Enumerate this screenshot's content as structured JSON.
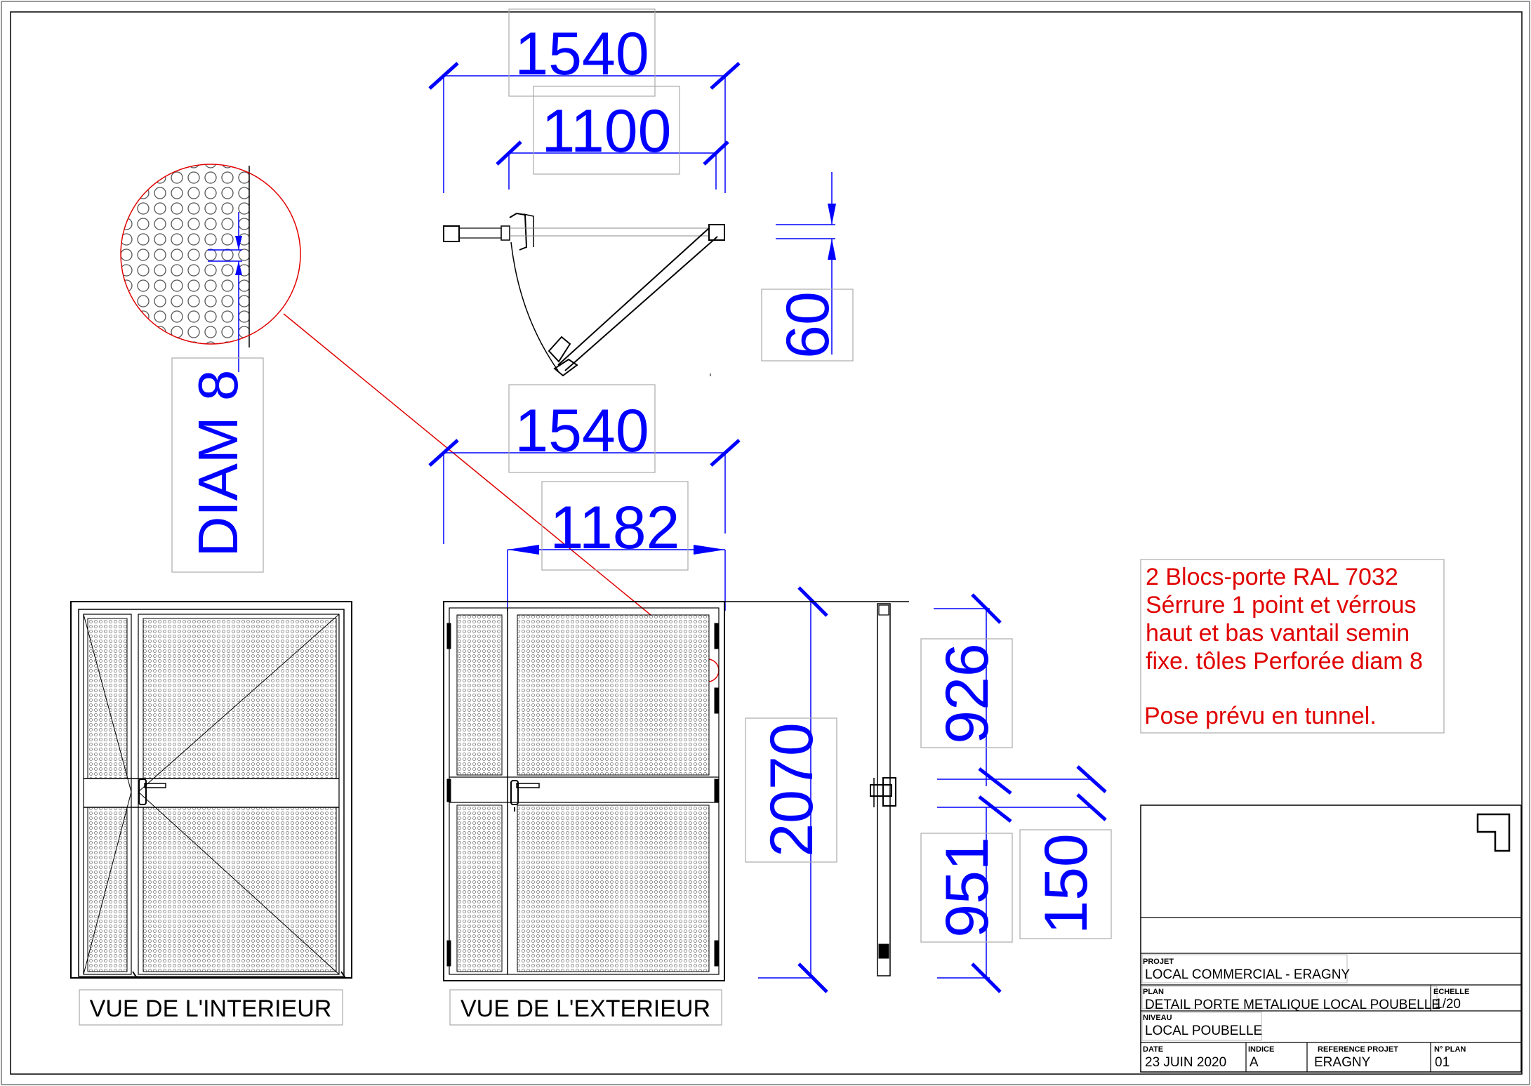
{
  "dimensions": {
    "top_width_1": "1540",
    "top_width_2": "1100",
    "plan_thickness": "60",
    "elev_width_1": "1540",
    "elev_width_2": "1182",
    "height": "2070",
    "upper_panel": "926",
    "lower_panel": "951",
    "bar_height": "150"
  },
  "detail_label": "DIAM 8",
  "note": {
    "lines": [
      "2 Blocs-porte RAL 7032",
      "Sérrure 1 point et vérrous",
      "haut et bas vantail semin",
      "fixe. tôles Perforée diam 8",
      "",
      "Pose prévu en tunnel."
    ]
  },
  "views": {
    "interior": "VUE DE L'INTERIEUR",
    "exterior": "VUE DE L'EXTERIEUR"
  },
  "title_block": {
    "projet_label": "PROJET",
    "projet": "LOCAL COMMERCIAL - ERAGNY",
    "plan_label": "PLAN",
    "plan": "DETAIL PORTE METALIQUE LOCAL POUBELLE",
    "echelle_label": "ECHELLE",
    "echelle": "1/20",
    "niveau_label": "NIVEAU",
    "niveau": "LOCAL POUBELLE",
    "date_label": "DATE",
    "date": "23 JUIN 2020",
    "indice_label": "INDICE",
    "indice": "A",
    "ref_label": "REFERENCE PROJET",
    "ref": "ERAGNY",
    "num_label": "N° PLAN",
    "num": "01"
  },
  "colors": {
    "dimension": "#0000ff",
    "annotation": "#e00000",
    "line": "#000000"
  }
}
